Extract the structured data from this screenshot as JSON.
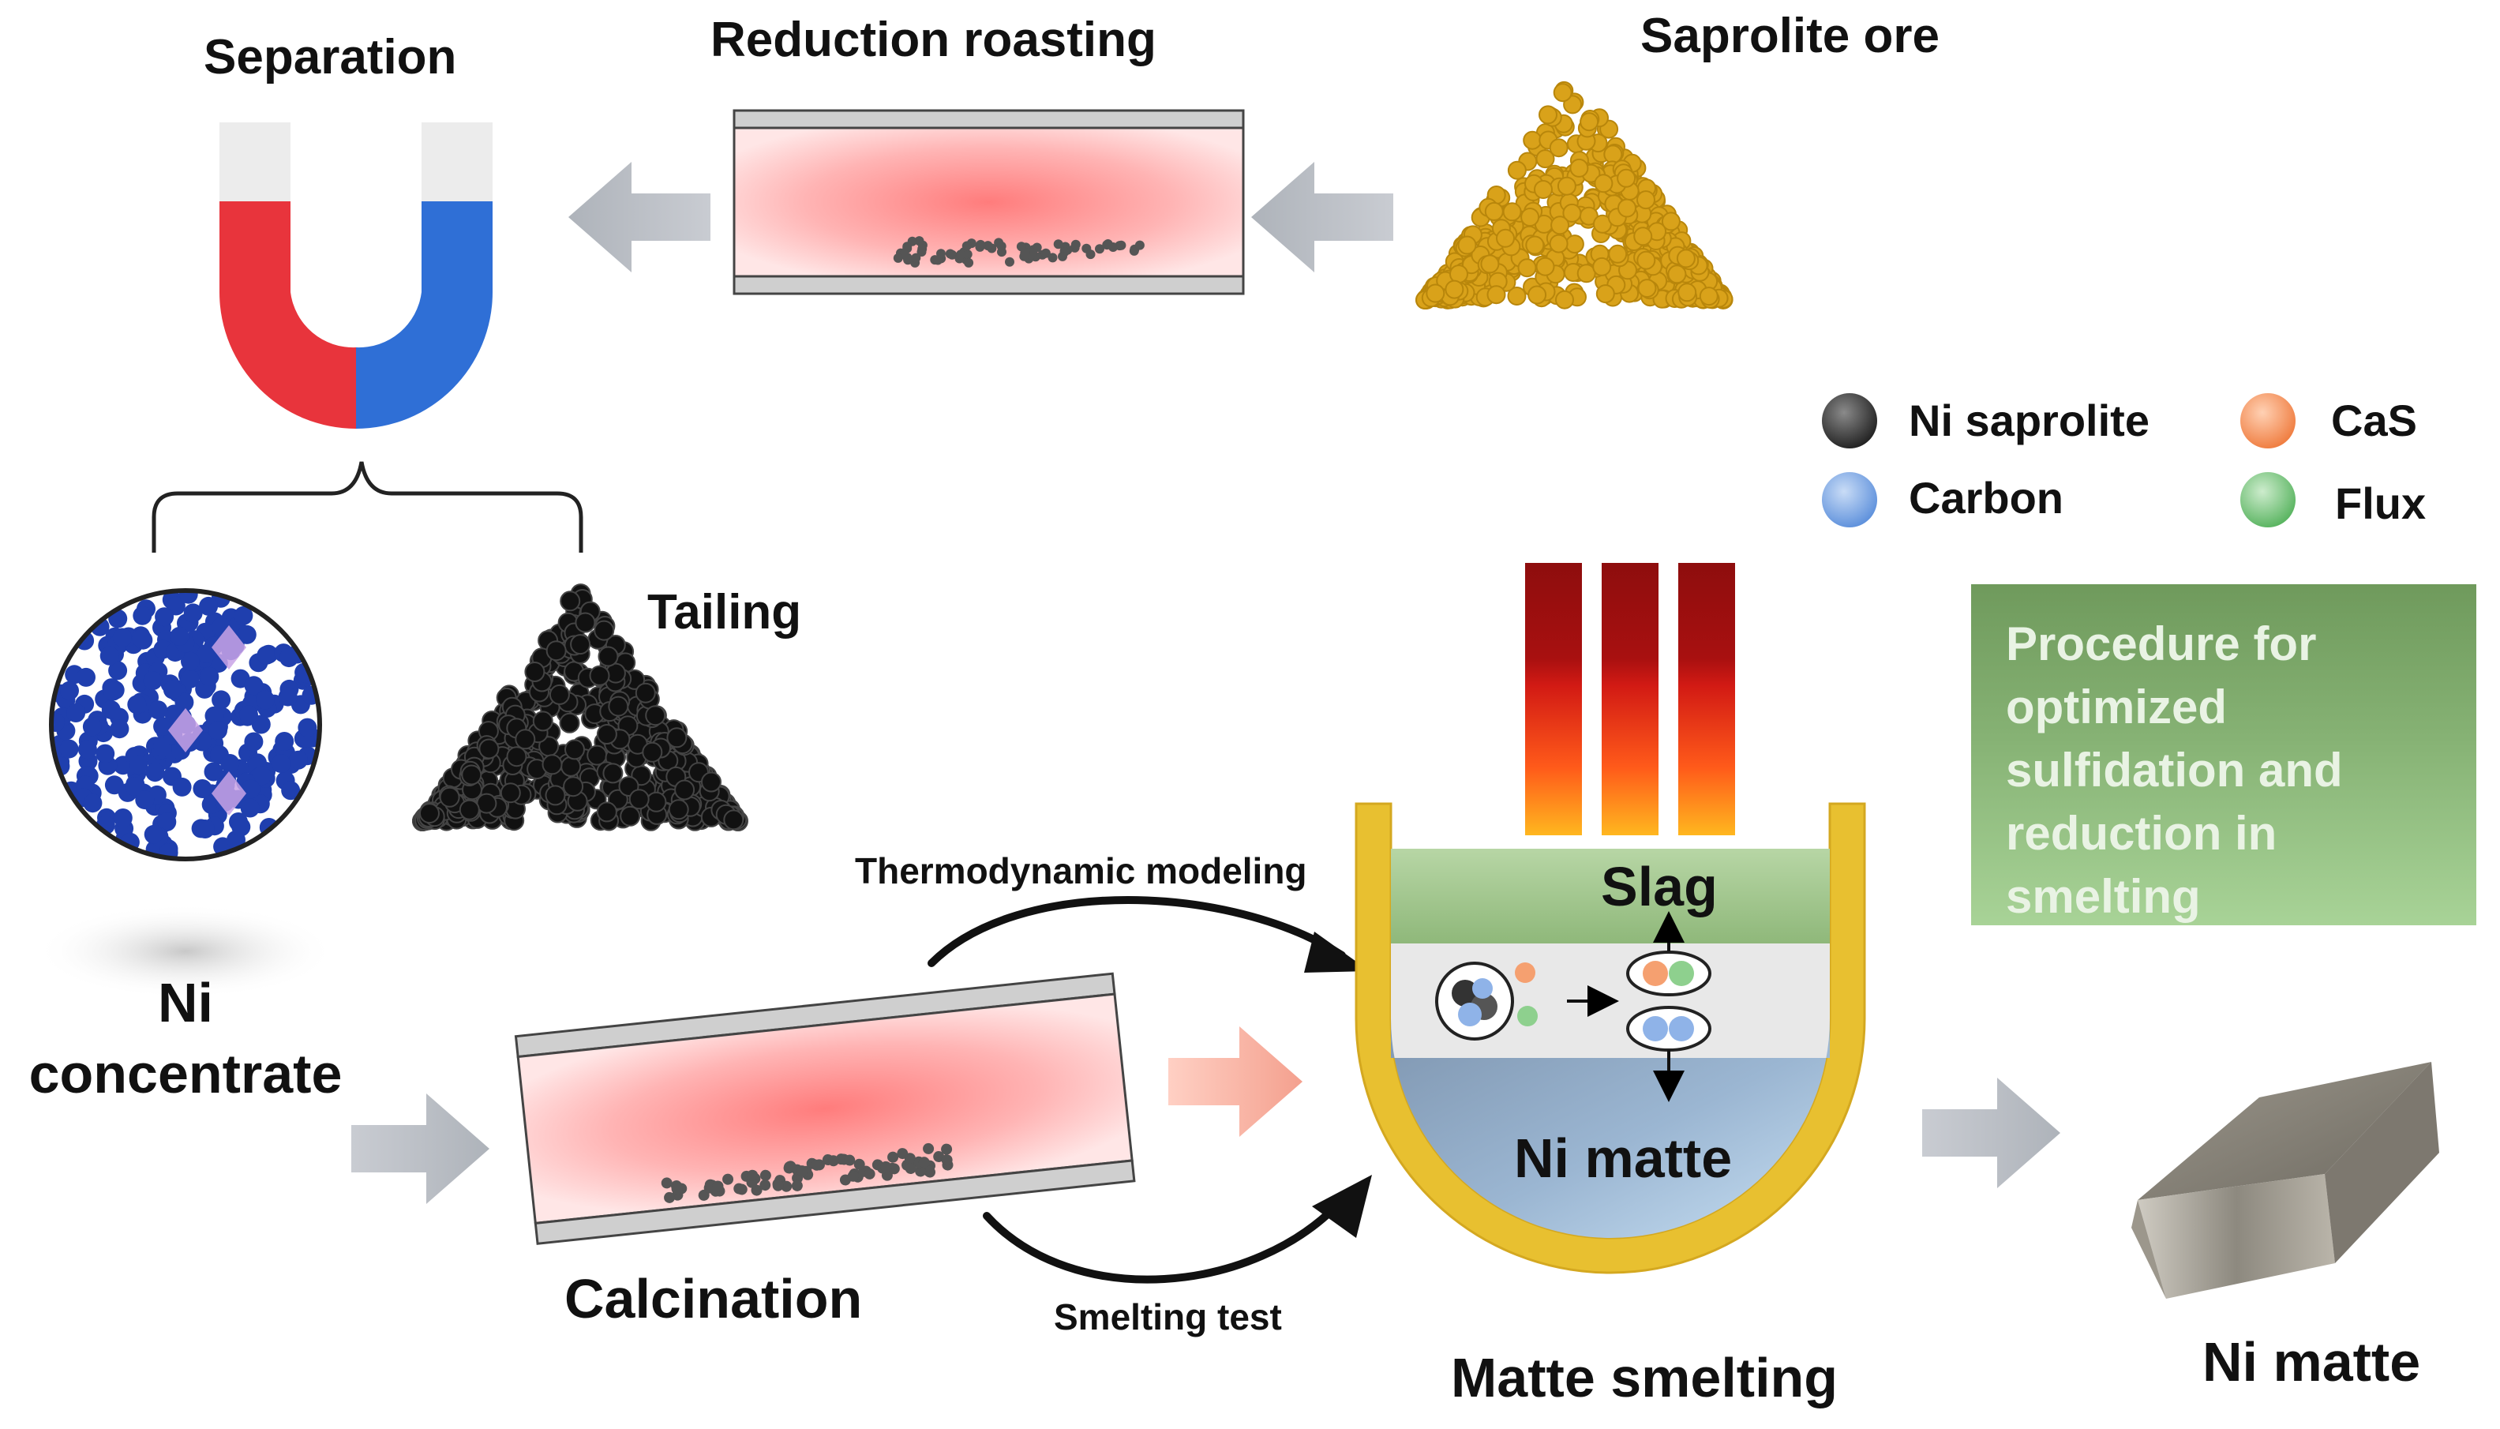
{
  "labels": {
    "separation": "Separation",
    "reduction_roasting": "Reduction roasting",
    "saprolite_ore": "Saprolite ore",
    "tailing": "Tailing",
    "ni_concentrate_line1": "Ni",
    "ni_concentrate_line2": "concentrate",
    "thermodynamic_modeling": "Thermodynamic  modeling",
    "slag": "Slag",
    "ni_matte_inside": "Ni matte",
    "calcination": "Calcination",
    "smelting_test": "Smelting test",
    "matte_smelting": "Matte smelting",
    "ni_matte_product": "Ni matte"
  },
  "legend": [
    {
      "label": "Ni saprolite",
      "color": "#3a3a3a",
      "icon": "ni-saprolite-sphere-icon"
    },
    {
      "label": "CaS",
      "color": "#f08a50",
      "icon": "cas-sphere-icon"
    },
    {
      "label": "Carbon",
      "color": "#6f9fe0",
      "icon": "carbon-sphere-icon"
    },
    {
      "label": "Flux",
      "color": "#6fc070",
      "icon": "flux-sphere-icon"
    }
  ],
  "procedure": {
    "lines": [
      "Procedure for",
      "optimized",
      "sulfidation and",
      "reduction in",
      "smelting"
    ]
  },
  "colors": {
    "ore": "#d9a21a",
    "magnet_red": "#e8343c",
    "magnet_blue": "#2f6fd6",
    "concentrate_particles": "#1f3fae",
    "tailing_particles": "#111111",
    "furnace_wall": "#e8c030",
    "slag_layer": "#9ec48a",
    "matte_layer": "#8aa6c6",
    "kiln_inner": "#ff8a8a"
  }
}
